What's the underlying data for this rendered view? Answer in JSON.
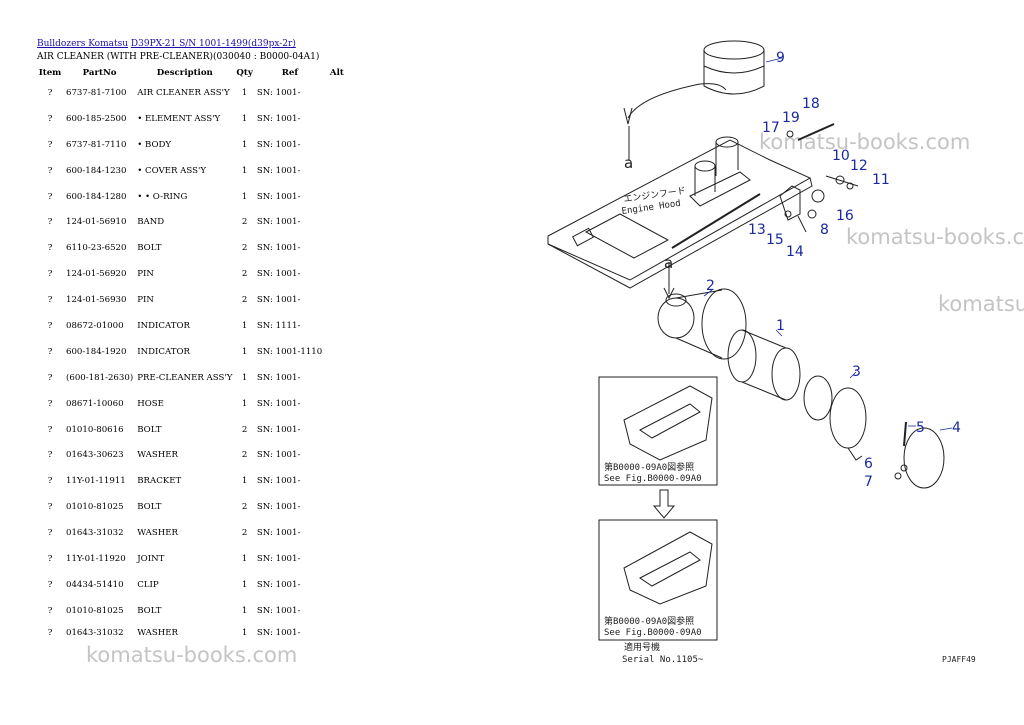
{
  "breadcrumb": {
    "link1": "Bulldozers Komatsu",
    "link2": "D39PX-21 S/N 1001-1499(d39px-2r)"
  },
  "subtitle": "AIR CLEANER (WITH PRE-CLEANER)(030040 : B0000-04A1)",
  "table": {
    "headers": [
      "Item",
      "PartNo",
      "Description",
      "Qty",
      "Ref",
      "Alt"
    ],
    "rows": [
      {
        "item": "?",
        "part": "6737-81-7100",
        "desc": "AIR CLEANER ASS'Y",
        "qty": "1",
        "ref": "SN: 1001-"
      },
      {
        "item": "?",
        "part": "600-185-2500",
        "desc": "• ELEMENT ASS'Y",
        "qty": "1",
        "ref": "SN: 1001-"
      },
      {
        "item": "?",
        "part": "6737-81-7110",
        "desc": "• BODY",
        "qty": "1",
        "ref": "SN: 1001-"
      },
      {
        "item": "?",
        "part": "600-184-1230",
        "desc": "• COVER ASS'Y",
        "qty": "1",
        "ref": "SN: 1001-"
      },
      {
        "item": "?",
        "part": "600-184-1280",
        "desc": "• • O-RING",
        "qty": "1",
        "ref": "SN: 1001-"
      },
      {
        "item": "?",
        "part": "124-01-56910",
        "desc": "BAND",
        "qty": "2",
        "ref": "SN: 1001-"
      },
      {
        "item": "?",
        "part": "6110-23-6520",
        "desc": "BOLT",
        "qty": "2",
        "ref": "SN: 1001-"
      },
      {
        "item": "?",
        "part": "124-01-56920",
        "desc": "PIN",
        "qty": "2",
        "ref": "SN: 1001-"
      },
      {
        "item": "?",
        "part": "124-01-56930",
        "desc": "PIN",
        "qty": "2",
        "ref": "SN: 1001-"
      },
      {
        "item": "?",
        "part": "08672-01000",
        "desc": "INDICATOR",
        "qty": "1",
        "ref": "SN: 1111-"
      },
      {
        "item": "?",
        "part": "600-184-1920",
        "desc": "INDICATOR",
        "qty": "1",
        "ref": "SN: 1001-1110"
      },
      {
        "item": "?",
        "part": "(600-181-2630)",
        "desc": "PRE-CLEANER ASS'Y",
        "qty": "1",
        "ref": "SN: 1001-"
      },
      {
        "item": "?",
        "part": "08671-10060",
        "desc": "HOSE",
        "qty": "1",
        "ref": "SN: 1001-"
      },
      {
        "item": "?",
        "part": "01010-80616",
        "desc": "BOLT",
        "qty": "2",
        "ref": "SN: 1001-"
      },
      {
        "item": "?",
        "part": "01643-30623",
        "desc": "WASHER",
        "qty": "2",
        "ref": "SN: 1001-"
      },
      {
        "item": "?",
        "part": "11Y-01-11911",
        "desc": "BRACKET",
        "qty": "1",
        "ref": "SN: 1001-"
      },
      {
        "item": "?",
        "part": "01010-81025",
        "desc": "BOLT",
        "qty": "2",
        "ref": "SN: 1001-"
      },
      {
        "item": "?",
        "part": "01643-31032",
        "desc": "WASHER",
        "qty": "2",
        "ref": "SN: 1001-"
      },
      {
        "item": "?",
        "part": "11Y-01-11920",
        "desc": "JOINT",
        "qty": "1",
        "ref": "SN: 1001-"
      },
      {
        "item": "?",
        "part": "04434-51410",
        "desc": "CLIP",
        "qty": "1",
        "ref": "SN: 1001-"
      },
      {
        "item": "?",
        "part": "01010-81025",
        "desc": "BOLT",
        "qty": "1",
        "ref": "SN: 1001-"
      },
      {
        "item": "?",
        "part": "01643-31032",
        "desc": "WASHER",
        "qty": "1",
        "ref": "SN: 1001-"
      }
    ]
  },
  "watermarks": [
    "komatsu-books.com",
    "komatsu-books.com",
    "komatsu-books.com",
    "komatsu-books.com"
  ],
  "diagram": {
    "callouts": [
      "1",
      "2",
      "3",
      "4",
      "5",
      "6",
      "7",
      "8",
      "9",
      "10",
      "11",
      "12",
      "13",
      "14",
      "15",
      "16",
      "17",
      "18",
      "19"
    ],
    "view_arrow_labels": [
      "a",
      "a"
    ],
    "hood_label_jp": "エンジンフード",
    "hood_label_en": "Engine Hood",
    "ref_box_1_jp": "第B0000-09A0図参照",
    "ref_box_1_en": "See Fig.B0000-09A0",
    "ref_box_2_jp": "第B0000-09A0図参照",
    "ref_box_2_en": "See Fig.B0000-09A0",
    "serial_jp": "適用号機",
    "serial_en": "Serial No.1105~",
    "figure_code": "PJAFF49",
    "callout_color": "#1a2a9e"
  }
}
